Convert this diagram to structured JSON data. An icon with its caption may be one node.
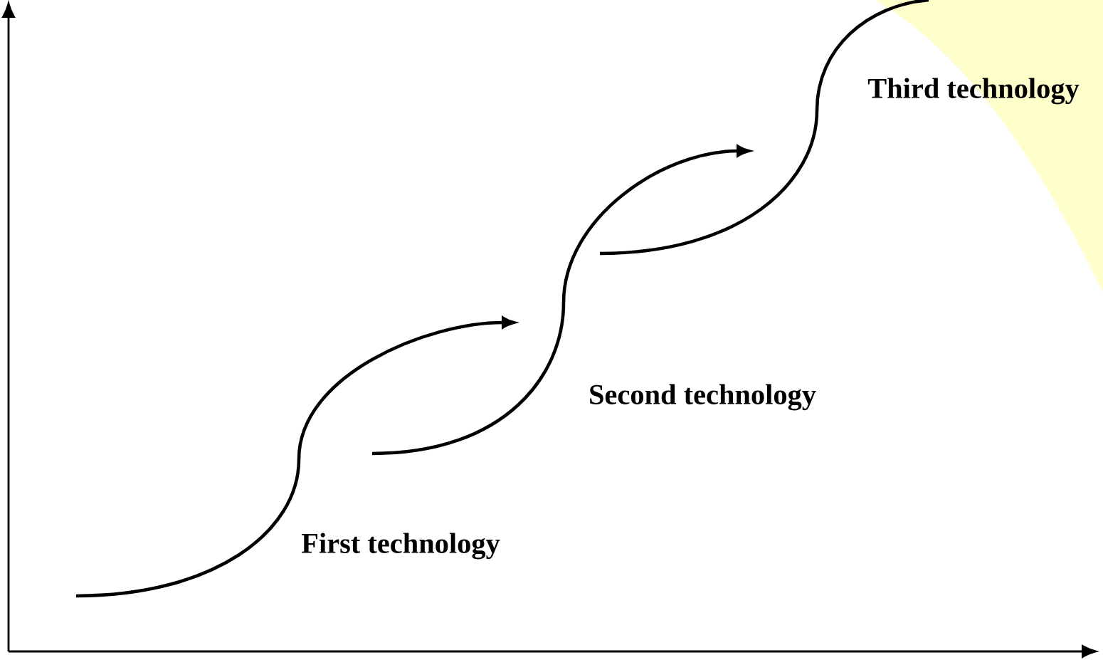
{
  "diagram": {
    "labels": [
      "First technology",
      "Second technology",
      "Third technology"
    ]
  }
}
